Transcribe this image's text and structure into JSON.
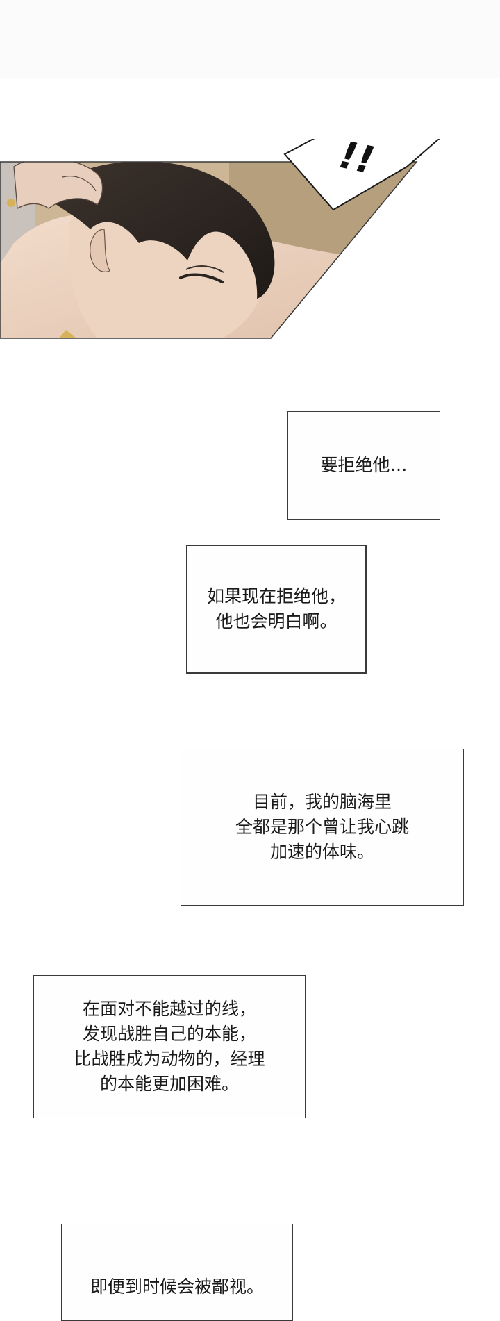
{
  "sfx": {
    "text": "!!"
  },
  "captions": [
    {
      "text": "要拒绝他…"
    },
    {
      "text": "如果现在拒绝他，\n他也会明白啊。"
    },
    {
      "text": "目前，我的脑海里\n全都是那个曾让我心跳\n加速的体味。"
    },
    {
      "text": "在面对不能越过的线，\n发现战胜自己的本能，\n比战胜成为动物的，经理\n的本能更加困难。"
    },
    {
      "text": "即便到时候会被鄙视。"
    }
  ],
  "colors": {
    "skin": "#ead2c0",
    "hair": "#2f2824",
    "background_wall": "#b9a583",
    "outline": "#3a3a3a"
  }
}
